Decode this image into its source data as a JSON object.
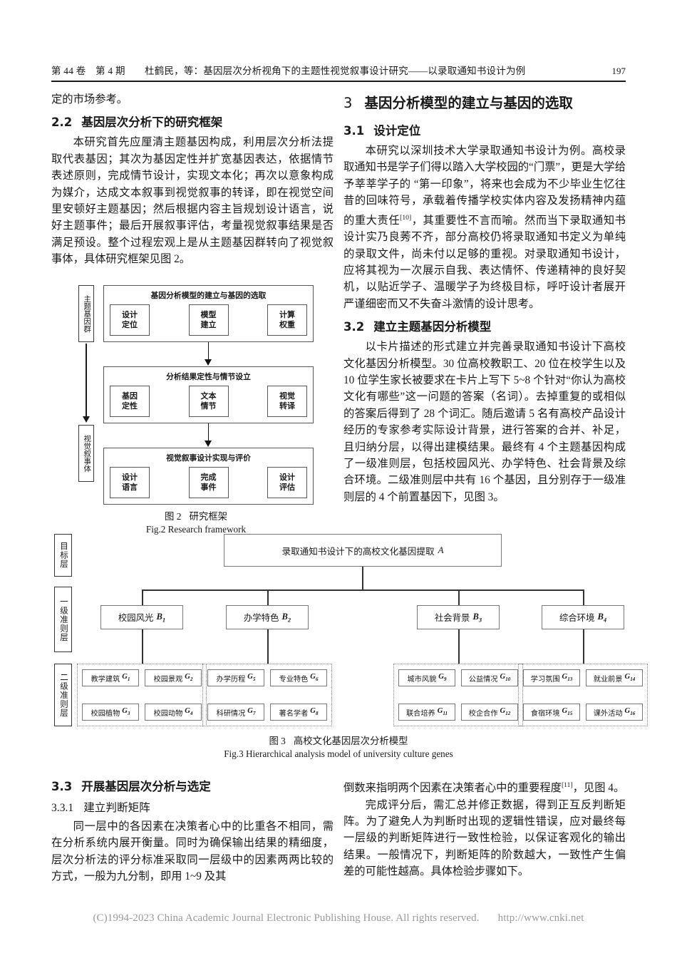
{
  "runhead": {
    "left": "第 44 卷　第 4 期　　杜鹤民，等：基因层次分析视角下的主题性视觉叙事设计研究——以录取通知书设计为例",
    "page": "197"
  },
  "left_column": {
    "para_continue": "定的市场参考。",
    "section_2_2": {
      "num": "2.2",
      "title": "基因层次分析下的研究框架"
    },
    "para_2_2": "本研究首先应厘清主题基因构成，利用层次分析法提取代表基因；其次为基因定性并扩宽基因表达，依据情节表述原则，完成情节设计，实现文本化；再次以意象构成为媒介，达成文本叙事到视觉叙事的转译，即在视觉空间里安顿好主题基因；然后根据内容主旨规划设计语言，说好主题事件；最后开展叙事评估，考量视觉叙事结果是否满足预设。整个过程宏观上是从主题基因群转向了视觉叙事体，具体研究框架见图 2。",
    "section_3_3": {
      "num": "3.3",
      "title": "开展基因层次分析与选定"
    },
    "section_3_3_1": {
      "num": "3.3.1",
      "title": "建立判断矩阵"
    },
    "para_3_3_1": "同一层中的各因素在决策者心中的比重各不相同，需在分析系统内展开衡量。同时为确保输出结果的精细度，层次分析法的评分标准采取同一层级中的因素两两比较的方式，一般为九分制，即用 1~9 及其"
  },
  "right_column": {
    "section_3": {
      "num": "3",
      "title": "基因分析模型的建立与基因的选取"
    },
    "section_3_1": {
      "num": "3.1",
      "title": "设计定位"
    },
    "para_3_1_a": "本研究以深圳技术大学录取通知书设计为例。高校录取通知书是学子们得以踏入大学校园的“门票”，更是大学给予莘莘学子的 “第一印象”，将来也会成为不少毕业生忆往昔的回味符号，承载着传播学校实体内容及发扬精神内蕴的重大责任",
    "para_3_1_ref": "[10]",
    "para_3_1_b": "，其重要性不言而喻。然而当下录取通知书设计实乃良莠不齐，部分高校仍将录取通知书定义为单纯的录取文件，尚未付以足够的重视。对录取通知书设计，应将其视为一次展示自我、表达情怀、传递精神的良好契机，以贴近学子、温暖学子为终极目标，呼吁设计者展开严谨细密而又不失奋斗激情的设计思考。",
    "section_3_2": {
      "num": "3.2",
      "title": "建立主题基因分析模型"
    },
    "para_3_2": "以卡片描述的形式建立并完善录取通知书设计下高校文化基因分析模型。30 位高校教职工、20 位在校学生以及 10 位学生家长被要求在卡片上写下 5~8 个针对“你认为高校文化有哪些”这一问题的答案（名词）。去掉重复的或相似的答案后得到了 28 个词汇。随后邀请 5 名有高校产品设计经历的专家参考实际设计背景，进行答案的合并、补足，且归纳分层，以得出建模结果。最终有 4 个主题基因构成了一级准则层，包括校园风光、办学特色、社会背景及综合环境。二级准则层中共有 16 个基因，且分别存于一级准则层的 4 个前置基因下，见图 3。",
    "para_3_3_a": "倒数来指明两个因素在决策者心中的重要程度",
    "para_3_3_ref": "[11]",
    "para_3_3_b": "，见图 4。",
    "para_3_3_c": "完成评分后，需汇总并修正数据，得到正互反判断矩阵。为了避免人为判断时出现的逻辑性错误，应对最终每一层级的判断矩阵进行一致性检验，以保证客观化的输出结果。一般情况下，判断矩阵的阶数越大，一致性产生偏差的可能性越高。具体检验步骤如下。"
  },
  "figure2": {
    "axis_top": "主题基因群",
    "axis_bottom": "视觉叙事体",
    "groups": [
      {
        "title": "基因分析模型的建立与基因的选取",
        "cells": [
          {
            "l1": "设计",
            "l2": "定位"
          },
          {
            "l1": "模型",
            "l2": "建立"
          },
          {
            "l1": "计算",
            "l2": "权重"
          }
        ]
      },
      {
        "title": "分析结果定性与情节设立",
        "cells": [
          {
            "l1": "基因",
            "l2": "定性"
          },
          {
            "l1": "文本",
            "l2": "情节"
          },
          {
            "l1": "视觉",
            "l2": "转译"
          }
        ]
      },
      {
        "title": "视觉叙事设计实现与评价",
        "cells": [
          {
            "l1": "设计",
            "l2": "语言"
          },
          {
            "l1": "完成",
            "l2": "事件"
          },
          {
            "l1": "设计",
            "l2": "评估"
          }
        ]
      }
    ],
    "caption_cn_label": "图 2",
    "caption_cn_text": "研究框架",
    "caption_en": "Fig.2 Research framework"
  },
  "figure3": {
    "axis": [
      {
        "label": "目标层"
      },
      {
        "label": "一级准则层"
      },
      {
        "label": "二级准则层"
      }
    ],
    "goal": {
      "text": "录取通知书设计下的高校文化基因提取",
      "symbol": "A"
    },
    "criteria": [
      {
        "text": "校园风光",
        "symbol": "B",
        "sub": "1"
      },
      {
        "text": "办学特色",
        "symbol": "B",
        "sub": "2"
      },
      {
        "text": "社会背景",
        "symbol": "B",
        "sub": "3"
      },
      {
        "text": "综合环境",
        "symbol": "B",
        "sub": "4"
      }
    ],
    "subcriteria": [
      [
        {
          "text": "教学建筑",
          "symbol": "G",
          "sub": "1"
        },
        {
          "text": "校园景观",
          "symbol": "G",
          "sub": "2"
        },
        {
          "text": "校园植物",
          "symbol": "G",
          "sub": "3"
        },
        {
          "text": "校园动物",
          "symbol": "G",
          "sub": "4"
        }
      ],
      [
        {
          "text": "办学历程",
          "symbol": "G",
          "sub": "5"
        },
        {
          "text": "专业特色",
          "symbol": "G",
          "sub": "6"
        },
        {
          "text": "科研情况",
          "symbol": "G",
          "sub": "7"
        },
        {
          "text": "著名学者",
          "symbol": "G",
          "sub": "8"
        }
      ],
      [
        {
          "text": "城市风貌",
          "symbol": "G",
          "sub": "9"
        },
        {
          "text": "公益情况",
          "symbol": "G",
          "sub": "10"
        },
        {
          "text": "联合培养",
          "symbol": "G",
          "sub": "11"
        },
        {
          "text": "校企合作",
          "symbol": "G",
          "sub": "12"
        }
      ],
      [
        {
          "text": "学习氛围",
          "symbol": "G",
          "sub": "13"
        },
        {
          "text": "就业前景",
          "symbol": "G",
          "sub": "14"
        },
        {
          "text": "食宿环境",
          "symbol": "G",
          "sub": "15"
        },
        {
          "text": "课外活动",
          "symbol": "G",
          "sub": "16"
        }
      ]
    ],
    "caption_cn_label": "图 3",
    "caption_cn_text": "高校文化基因层次分析模型",
    "caption_en": "Fig.3 Hierarchical analysis model of university culture genes"
  },
  "footer": {
    "copyright": "(C)1994-2023 China Academic Journal Electronic Publishing House. All rights reserved.",
    "url": "http://www.cnki.net"
  }
}
